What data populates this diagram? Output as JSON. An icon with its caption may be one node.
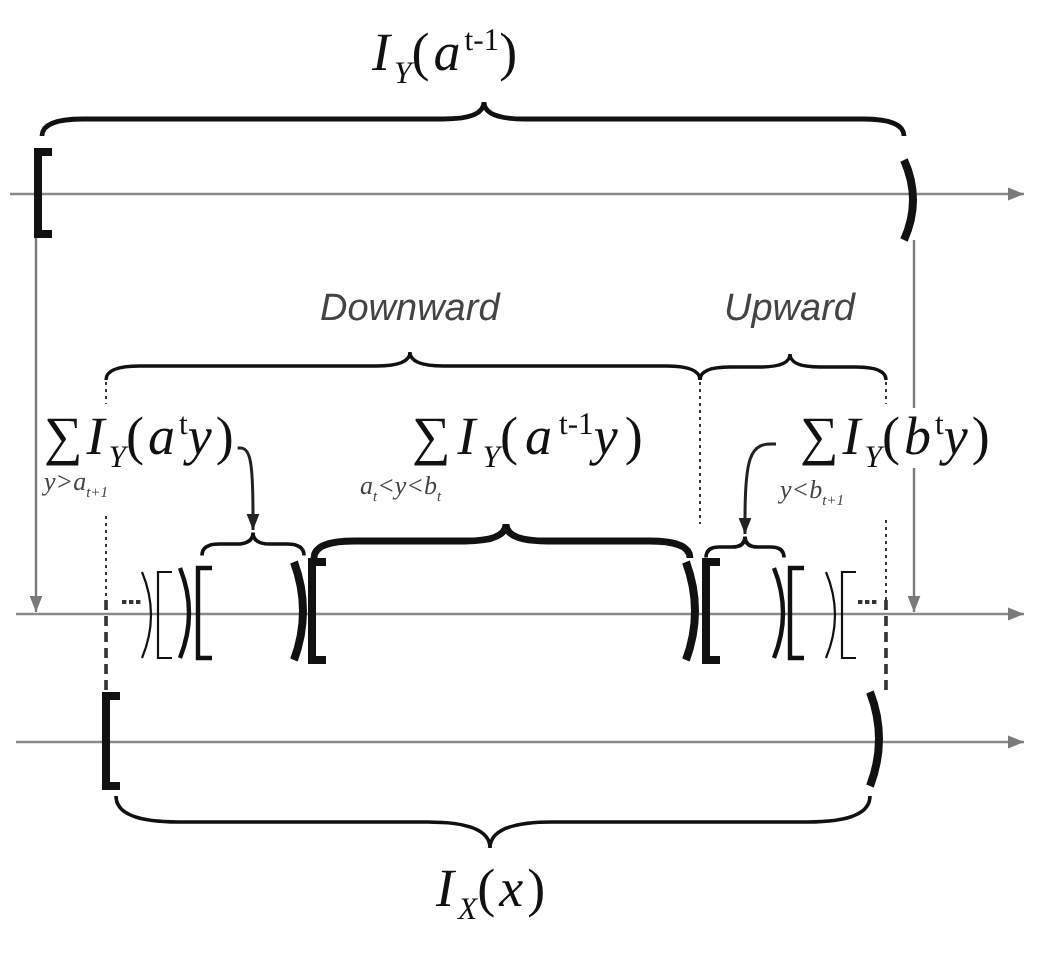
{
  "diagram": {
    "nodes": [
      {
        "text": [
          "∑*I*$_{Y}$(*a*$^{t}$*y*)",
          "*y*>*a*$_{t+1}$"
        ]
      },
      {
        "text": [],
        "shape": "brace"
      },
      {
        "text": [
          "∑*I*$_{Y}$(*b*$^{t}$*y*)",
          "*y*<*b*$_{t+1}$"
        ]
      },
      {
        "text": [],
        "shape": "brace"
      }
    ],
    "edges": [
      {
        "from": 0,
        "to": 1,
        "arrow": "to"
      },
      {
        "from": 2,
        "to": 3,
        "arrow": "to"
      }
    ],
    "labels": [
      "*I*$_{Y}$(*a*$^{t-1}$)",
      "Downward",
      "Upward",
      "∑*I*$_{Y}$(*a*$^{t-1}$*y*)",
      "*a*$_{t}$<*y*<*b*$_{t}$",
      "*I*$_{X}$(*x*)"
    ]
  }
}
